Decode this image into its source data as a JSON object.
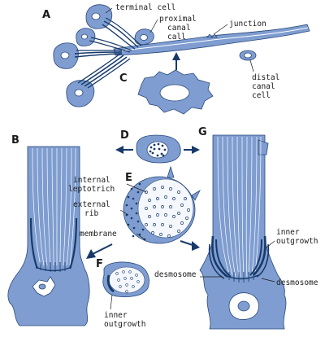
{
  "panels": {
    "a": "A",
    "b": "B",
    "c": "C",
    "d": "D",
    "e": "E",
    "f": "F",
    "g": "G"
  },
  "labels": {
    "terminal_cell": "terminal cell",
    "proximal_canal_cell": [
      "proximal",
      "canal",
      "call"
    ],
    "junction": "junction",
    "distal_canal_cell": [
      "distal",
      "canal",
      "cell"
    ],
    "internal_leptotrich": [
      "internal",
      "leptotrich"
    ],
    "external_rib": [
      "external",
      "rib"
    ],
    "membrane": "membrane",
    "inner_outgrowth_g": [
      "inner",
      "outgrowth"
    ],
    "desmosome_left": "desmosome",
    "desmosome_right": "desmosome",
    "inner_outgrowth_f": [
      "inner",
      "outgrowth"
    ]
  }
}
